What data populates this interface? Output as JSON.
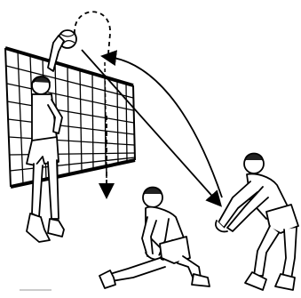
{
  "illustration": {
    "kind": "line-drawing",
    "subject": "volleyball-drill",
    "ink_color": "#000000",
    "paper_color": "#ffffff",
    "figures": [
      "blocker-at-net",
      "player-low-lunge",
      "player-forearm-pass"
    ],
    "icons": [
      "volleyball-icon",
      "net-icon",
      "trajectory-arrow-icon"
    ]
  }
}
